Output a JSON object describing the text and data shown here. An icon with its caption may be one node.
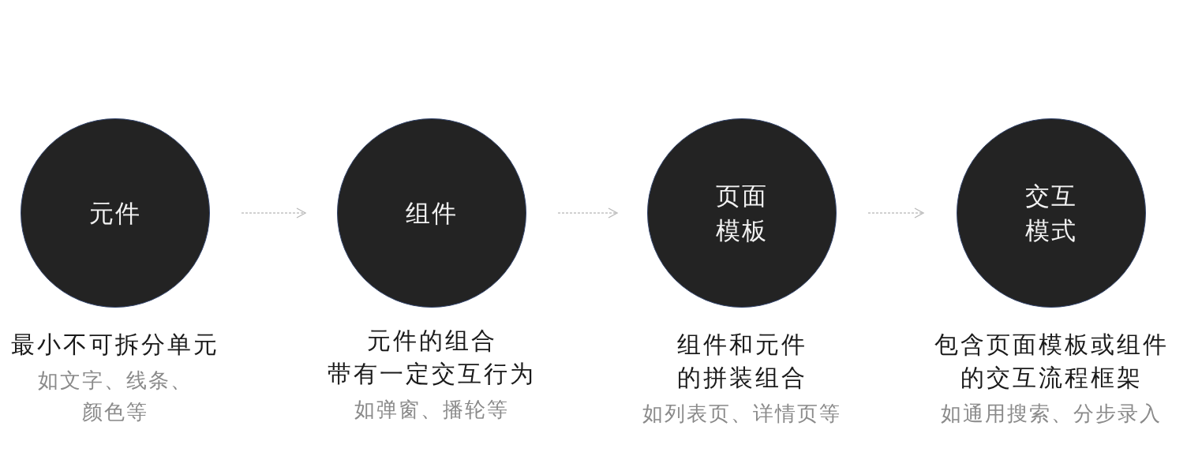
{
  "diagram": {
    "nodes": [
      {
        "text": [
          "元件"
        ],
        "beside": [
          "最小不可拆分单元",
          "如文字、线条、颜色等"
        ]
      },
      {
        "text": [
          "组件"
        ],
        "beside": [
          "元件的组合",
          "带有一定交互行为",
          "如弹窗、播轮等"
        ]
      },
      {
        "text": [
          "页面模板"
        ],
        "beside": [
          "组件和元件的拼装组合",
          "如列表页、详情页等"
        ]
      },
      {
        "text": [
          "交互模式"
        ],
        "beside": [
          "包含页面模板或组件的交互流程框架",
          "如通用搜索、分步录入"
        ]
      }
    ],
    "edges": [
      {
        "from": 0,
        "to": 1,
        "arrow": "to",
        "style": "dashed"
      },
      {
        "from": 1,
        "to": 2,
        "arrow": "to",
        "style": "dashed"
      },
      {
        "from": 2,
        "to": 3,
        "arrow": "to",
        "style": "dashed"
      }
    ]
  }
}
